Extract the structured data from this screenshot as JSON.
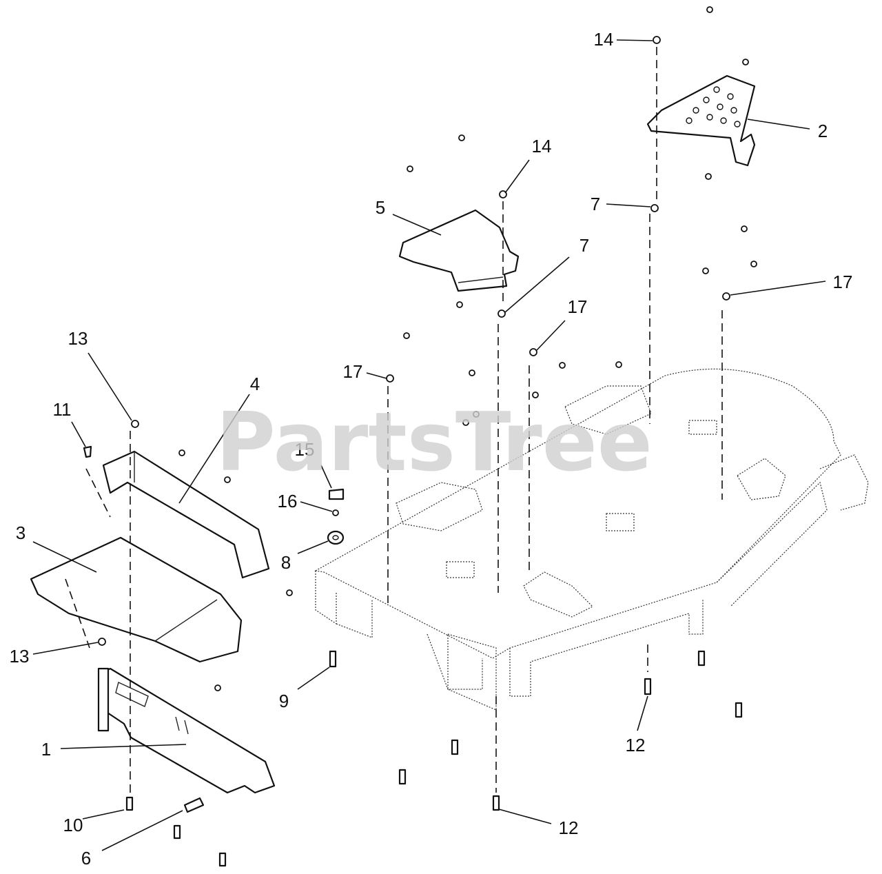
{
  "watermark": "PartsTree",
  "callouts": [
    "1",
    "2",
    "3",
    "4",
    "5",
    "6",
    "7",
    "7",
    "8",
    "9",
    "10",
    "11",
    "12",
    "12",
    "13",
    "13",
    "14",
    "14",
    "15",
    "16",
    "17",
    "17",
    "17"
  ]
}
